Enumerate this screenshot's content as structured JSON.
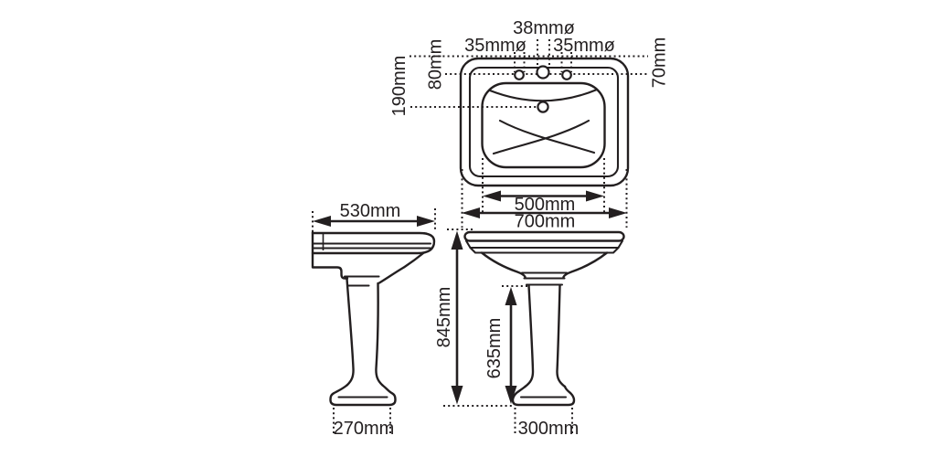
{
  "colors": {
    "line": "#231f20",
    "background": "#ffffff"
  },
  "plan_view": {
    "hole_top_center": "38mmø",
    "hole_top_left": "35mmø",
    "hole_top_right": "35mmø",
    "overflow_offset": "190mm",
    "tap_hole_offset_left": "80mm",
    "tap_hole_offset_right": "70mm",
    "bowl_width": "500mm",
    "overall_width": "700mm"
  },
  "side_view": {
    "overall_depth": "530mm",
    "pedestal_base_depth": "270mm"
  },
  "front_view": {
    "overall_height": "845mm",
    "pedestal_height": "635mm",
    "pedestal_base_width": "300mm"
  }
}
